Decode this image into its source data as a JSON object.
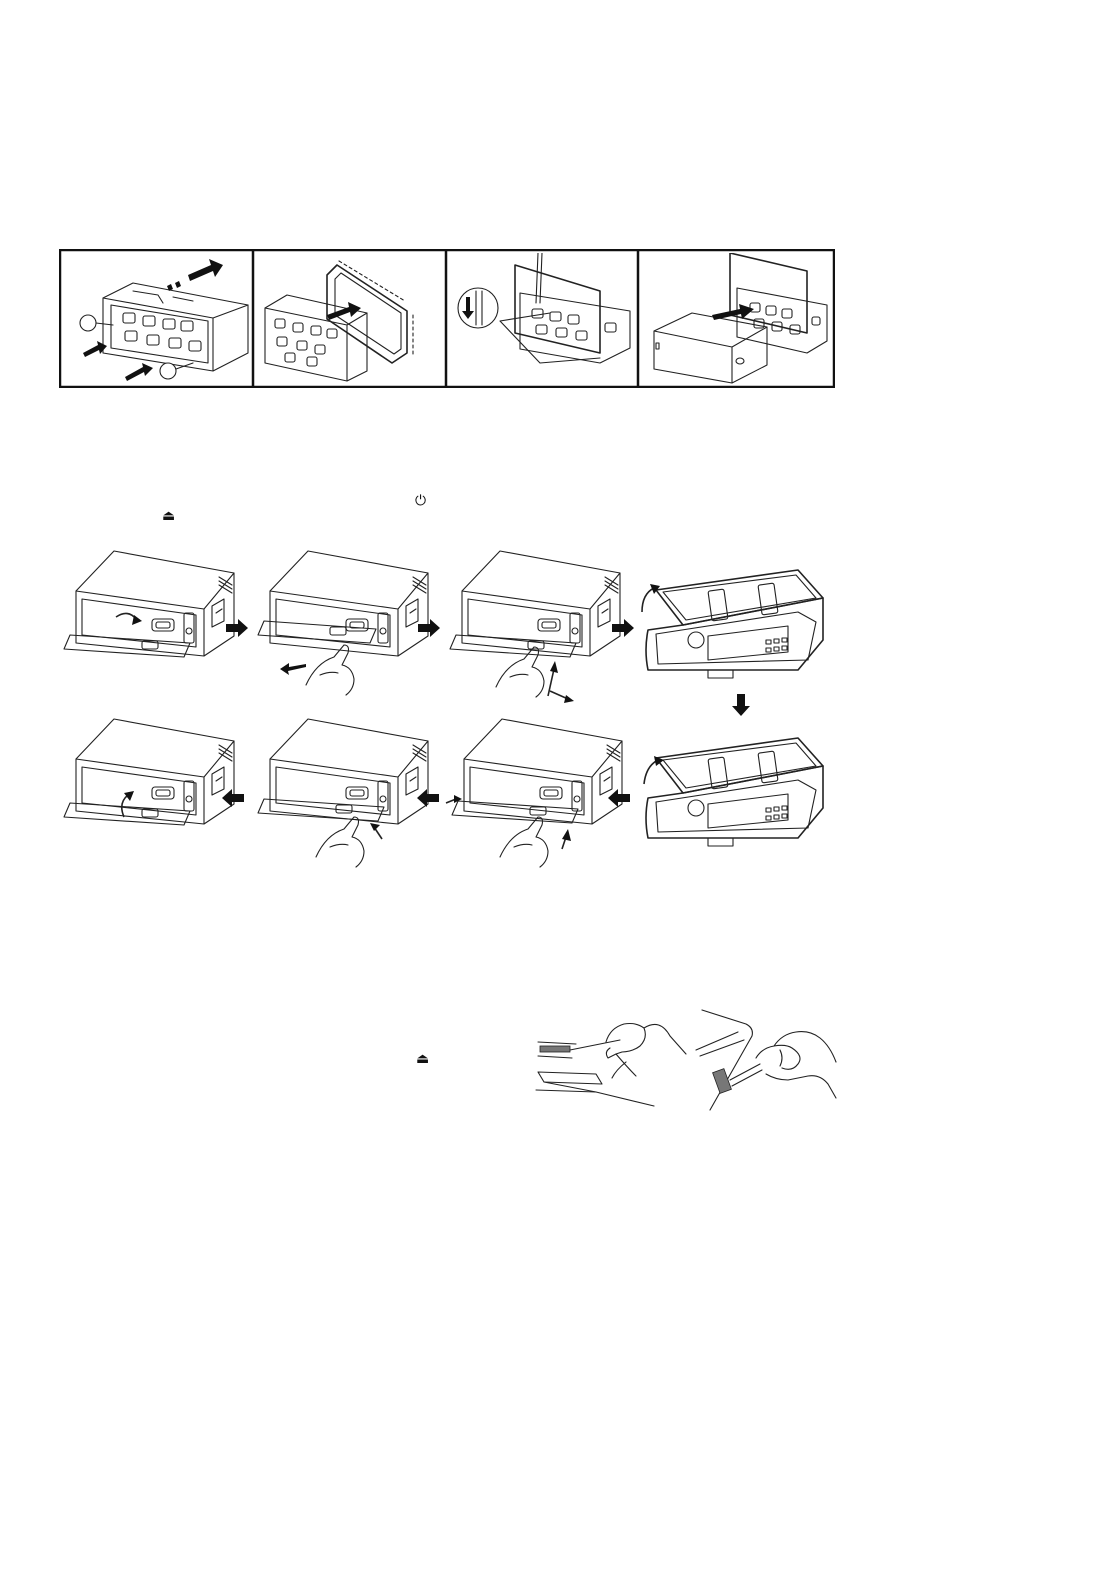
{
  "icons": {
    "power": "power-icon",
    "eject_top": "eject-icon",
    "eject_bottom": "eject-icon"
  },
  "glyphs": {
    "power": "⏻",
    "eject": "⏏"
  },
  "figures": {
    "installation_strip": [
      "insert-release-keys-and-slide-out-unit",
      "mounting-sleeve-into-trim-frame",
      "bend-tabs-with-screwdriver",
      "slide-unit-into-sleeve"
    ],
    "front_panel_sequence": [
      "flip-down-panel",
      "slide-panel-left",
      "detach-panel",
      "store-panel-in-case",
      "take-panel-from-case",
      "attach-panel-right-side",
      "press-panel-left-side",
      "close-panel"
    ],
    "cleaning": [
      "clean-panel-contacts",
      "clean-unit-contacts"
    ]
  }
}
